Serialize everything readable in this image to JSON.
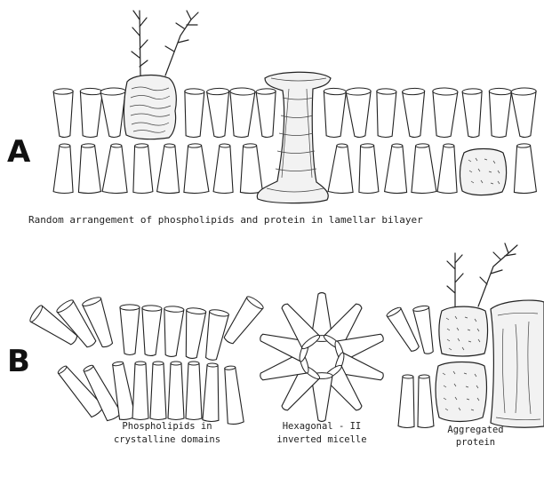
{
  "figure": {
    "panel_a": {
      "letter": "A",
      "caption": "Random arrangement of phospholipids and protein in lamellar bilayer"
    },
    "panel_b": {
      "letter": "B",
      "labels": [
        {
          "line1": "Phospholipids in",
          "line2": "crystalline domains"
        },
        {
          "line1": "Hexagonal - II",
          "line2": "inverted micelle"
        },
        {
          "line1": "Aggregated",
          "line2": "protein"
        }
      ]
    }
  }
}
